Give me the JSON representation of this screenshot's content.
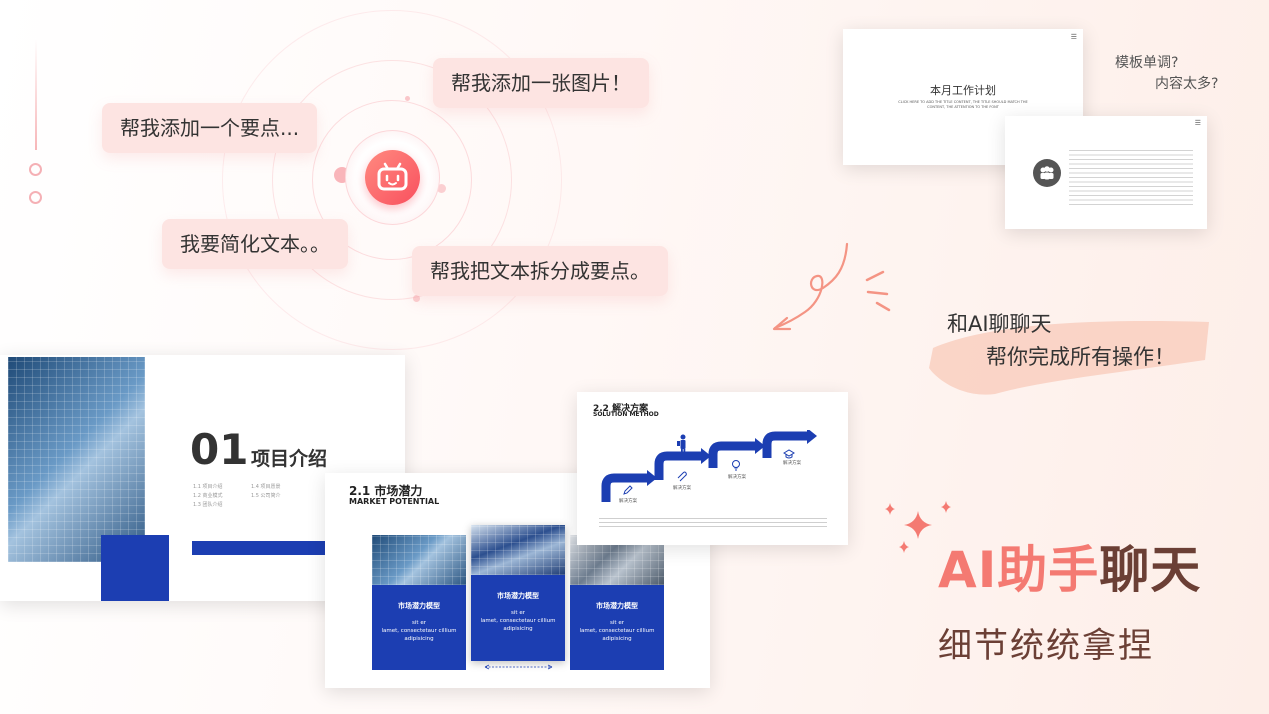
{
  "bubbles": {
    "add_point": "帮我添加一个要点...",
    "add_image": "帮我添加一张图片！",
    "simplify": "我要简化文本。。",
    "split": "帮我把文本拆分成要点。"
  },
  "slide_plan": {
    "title": "本月工作计划",
    "subtitle": "CLICK HERE TO ADD THE TITLE CONTENT, THE TITLE SHOULD MATCH THE CONTENT, THE ATTENTION TO THE FONT"
  },
  "template_note": {
    "line1": "模板单调?",
    "line2": "内容太多?"
  },
  "chat_promo": {
    "line1": "和AI聊聊天",
    "line2": "帮你完成所有操作！"
  },
  "slide_intro": {
    "number": "01",
    "title": "项目介绍",
    "items": [
      "1.1 项目介绍",
      "1.2 商业模式",
      "1.3 团队介绍",
      "1.4 项目愿景",
      "1.5 公司简介"
    ]
  },
  "slide_market": {
    "title": "2.1 市场潜力",
    "subtitle": "MARKET POTENTIAL",
    "cards": [
      {
        "title": "市场潜力模型",
        "text1": "sit er",
        "text2": "lamet, consectetaur cillium",
        "text3": "adipisicing"
      },
      {
        "title": "市场潜力模型",
        "text1": "sit er",
        "text2": "lamet, consectetaur cillium",
        "text3": "adipisicing"
      },
      {
        "title": "市场潜力模型",
        "text1": "sit er",
        "text2": "lamet, consectetaur cillium",
        "text3": "adipisicing"
      }
    ]
  },
  "slide_solution": {
    "title": "2.2 解决方案",
    "subtitle": "SOLUTION METHOD",
    "step_label": "解决方案"
  },
  "headline": {
    "part1": "AI助手",
    "part2": "聊天",
    "sub": "细节统统拿捏"
  },
  "colors": {
    "accent": "#f47a72",
    "brown": "#6b3f35",
    "blue": "#1c3eb2"
  }
}
